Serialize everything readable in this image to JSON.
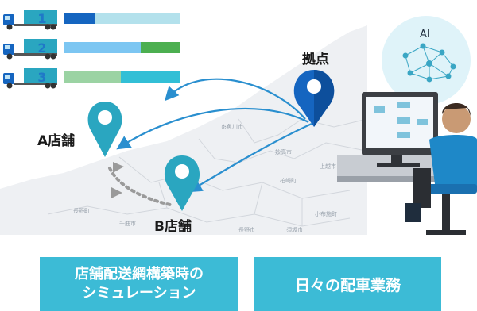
{
  "labels": {
    "hub": "拠点",
    "store_a": "A店舗",
    "store_b": "B店舗",
    "ai": "AI"
  },
  "trucks": [
    {
      "number": "1",
      "load": [
        {
          "fraction": 0.27,
          "color": "#1565c0"
        }
      ],
      "track_color": "#b3e1ec"
    },
    {
      "number": "2",
      "load": [
        {
          "fraction": 0.66,
          "color": "#7cc6f2"
        },
        {
          "fraction": 0.34,
          "color": "#4caf50"
        }
      ],
      "track_color": "#b3e1ec"
    },
    {
      "number": "3",
      "load": [
        {
          "fraction": 0.49,
          "color": "#9bd3a3"
        },
        {
          "fraction": 0.51,
          "color": "#32bfd6"
        }
      ],
      "track_color": "#b3e1ec"
    }
  ],
  "map_place_names": [
    "糸魚川市",
    "妙高市",
    "上越市",
    "柏崎町",
    "小布施町",
    "長野市",
    "須坂市",
    "千曲市",
    "長野町"
  ],
  "buttons": {
    "simulation": {
      "line1": "店舗配送網構築時の",
      "line2": "シミュレーション"
    },
    "daily": {
      "label": "日々の配車業務"
    }
  },
  "colors": {
    "pin_store": "#2aa6c0",
    "pin_hub": "#1565c0",
    "route": "#2a8fcf",
    "button": "#3cbbd6"
  },
  "icons": [
    "truck-icon",
    "location-pin-icon",
    "ai-brain-icon",
    "computer-icon",
    "operator-icon"
  ]
}
